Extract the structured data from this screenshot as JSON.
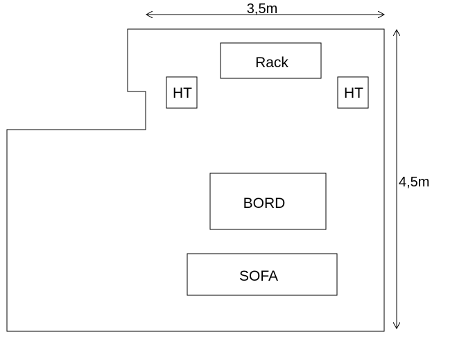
{
  "dimensions": {
    "width_label": "3,5m",
    "height_label": "4,5m"
  },
  "furniture": {
    "rack": "Rack",
    "speaker_left": "HT",
    "speaker_right": "HT",
    "table": "BORD",
    "sofa": "SOFA"
  },
  "colors": {
    "line": "#000000",
    "background": "#ffffff"
  }
}
